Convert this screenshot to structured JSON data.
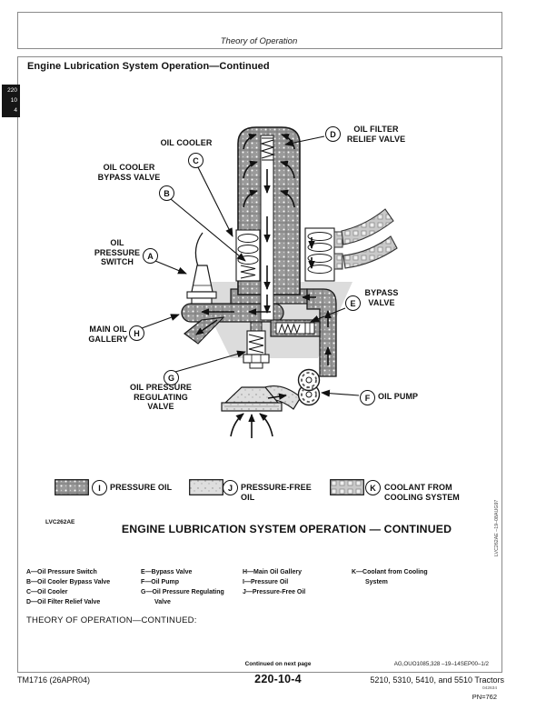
{
  "page": {
    "running_header": "Theory of Operation",
    "edge_tab": [
      "220",
      "10",
      "4"
    ],
    "section_title": "Engine Lubrication System Operation—Continued"
  },
  "diagram": {
    "callouts": [
      {
        "letter": "C",
        "label": "OIL COOLER"
      },
      {
        "letter": "B",
        "label": "OIL COOLER\nBYPASS VALVE"
      },
      {
        "letter": "D",
        "label": "OIL FILTER\nRELIEF VALVE"
      },
      {
        "letter": "A",
        "label": "OIL\nPRESSURE\nSWITCH"
      },
      {
        "letter": "E",
        "label": "BYPASS\nVALVE"
      },
      {
        "letter": "H",
        "label": "MAIN OIL\nGALLERY"
      },
      {
        "letter": "G",
        "label": "OIL PRESSURE\nREGULATING\nVALVE"
      },
      {
        "letter": "F",
        "label": "OIL PUMP"
      }
    ],
    "legend": [
      {
        "letter": "I",
        "label": "PRESSURE OIL"
      },
      {
        "letter": "J",
        "label": "PRESSURE-FREE\nOIL"
      },
      {
        "letter": "K",
        "label": "COOLANT FROM\nCOOLING SYSTEM"
      }
    ],
    "figure_code": "LVC262AE",
    "caption": "ENGINE LUBRICATION SYSTEM OPERATION — CONTINUED",
    "side_code": "LVC262AE   –19–08AUG97",
    "colors": {
      "pressure_oil": "#9a9a9a",
      "pressure_free_oil": "#dedede",
      "coolant": "#c9c9c9"
    }
  },
  "key_list": {
    "col1": [
      "A—Oil Pressure Switch",
      "B—Oil Cooler Bypass Valve",
      "C—Oil Cooler",
      "D—Oil Filter Relief Valve"
    ],
    "col2": [
      "E—Bypass Valve",
      "F—Oil Pump",
      "G—Oil Pressure Regulating",
      "Valve"
    ],
    "col3": [
      "H—Main Oil Gallery",
      "I—Pressure Oil",
      "J—Pressure-Free Oil"
    ],
    "col4": [
      "K—Coolant from Cooling",
      "System"
    ]
  },
  "body_text": "THEORY OF OPERATION—CONTINUED:",
  "footer": {
    "continued": "Continued on next page",
    "doc_code": "AG,OUO1085,328  –19–14SEP00–1/2",
    "manual": "TM1716 (26APR04)",
    "page_number": "220-10-4",
    "models": "5210, 5310, 5410, and 5510 Tractors",
    "print_code": "042634",
    "pn": "PN=762"
  }
}
